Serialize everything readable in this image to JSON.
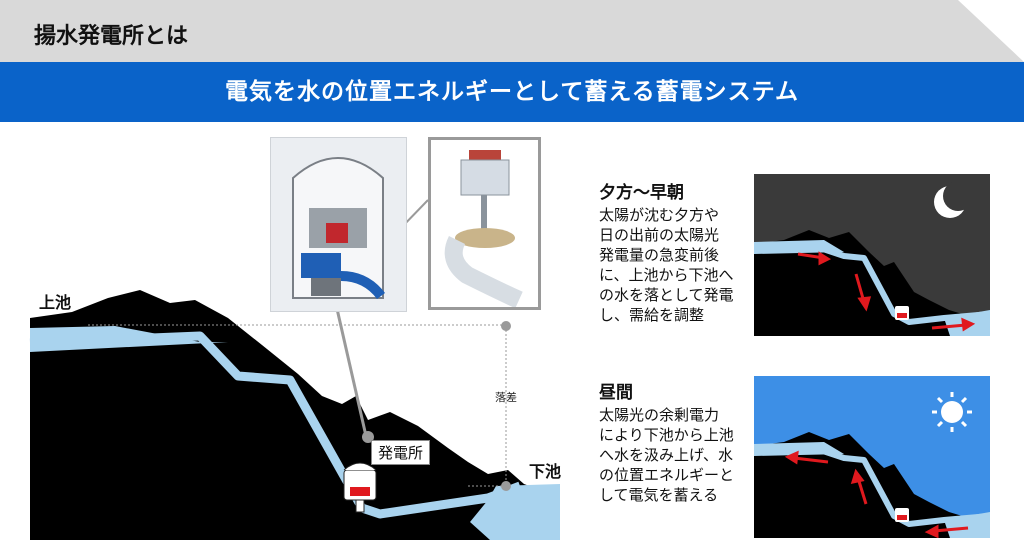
{
  "header": {
    "title": "揚水発電所とは"
  },
  "banner": {
    "subtitle": "電気を水の位置エネルギーとして蓄える蓄電システム"
  },
  "diagram": {
    "upper_reservoir": "上池",
    "lower_reservoir": "下池",
    "head_label": "落差",
    "station_label": "発電所"
  },
  "panels": [
    {
      "heading": "夕方～早朝",
      "text": "太陽が沈む夕方や\n日の出前の太陽光\n発電量の急変前後\nに、上池から下池へ\nの水を落として発電\nし、需給を調整",
      "icon": "moon-icon",
      "sky_color": "#3a3a3a"
    },
    {
      "heading": "昼間",
      "text": "太陽光の余剰電力\nにより下池から上池\nへ水を汲み上げ、水\nの位置エネルギーと\nして電気を蓄える",
      "icon": "sun-icon",
      "sky_color": "#3d8fe6"
    }
  ],
  "colors": {
    "banner": "#0a63c9",
    "water": "#a9d3ee",
    "arrow": "#e0191e"
  }
}
